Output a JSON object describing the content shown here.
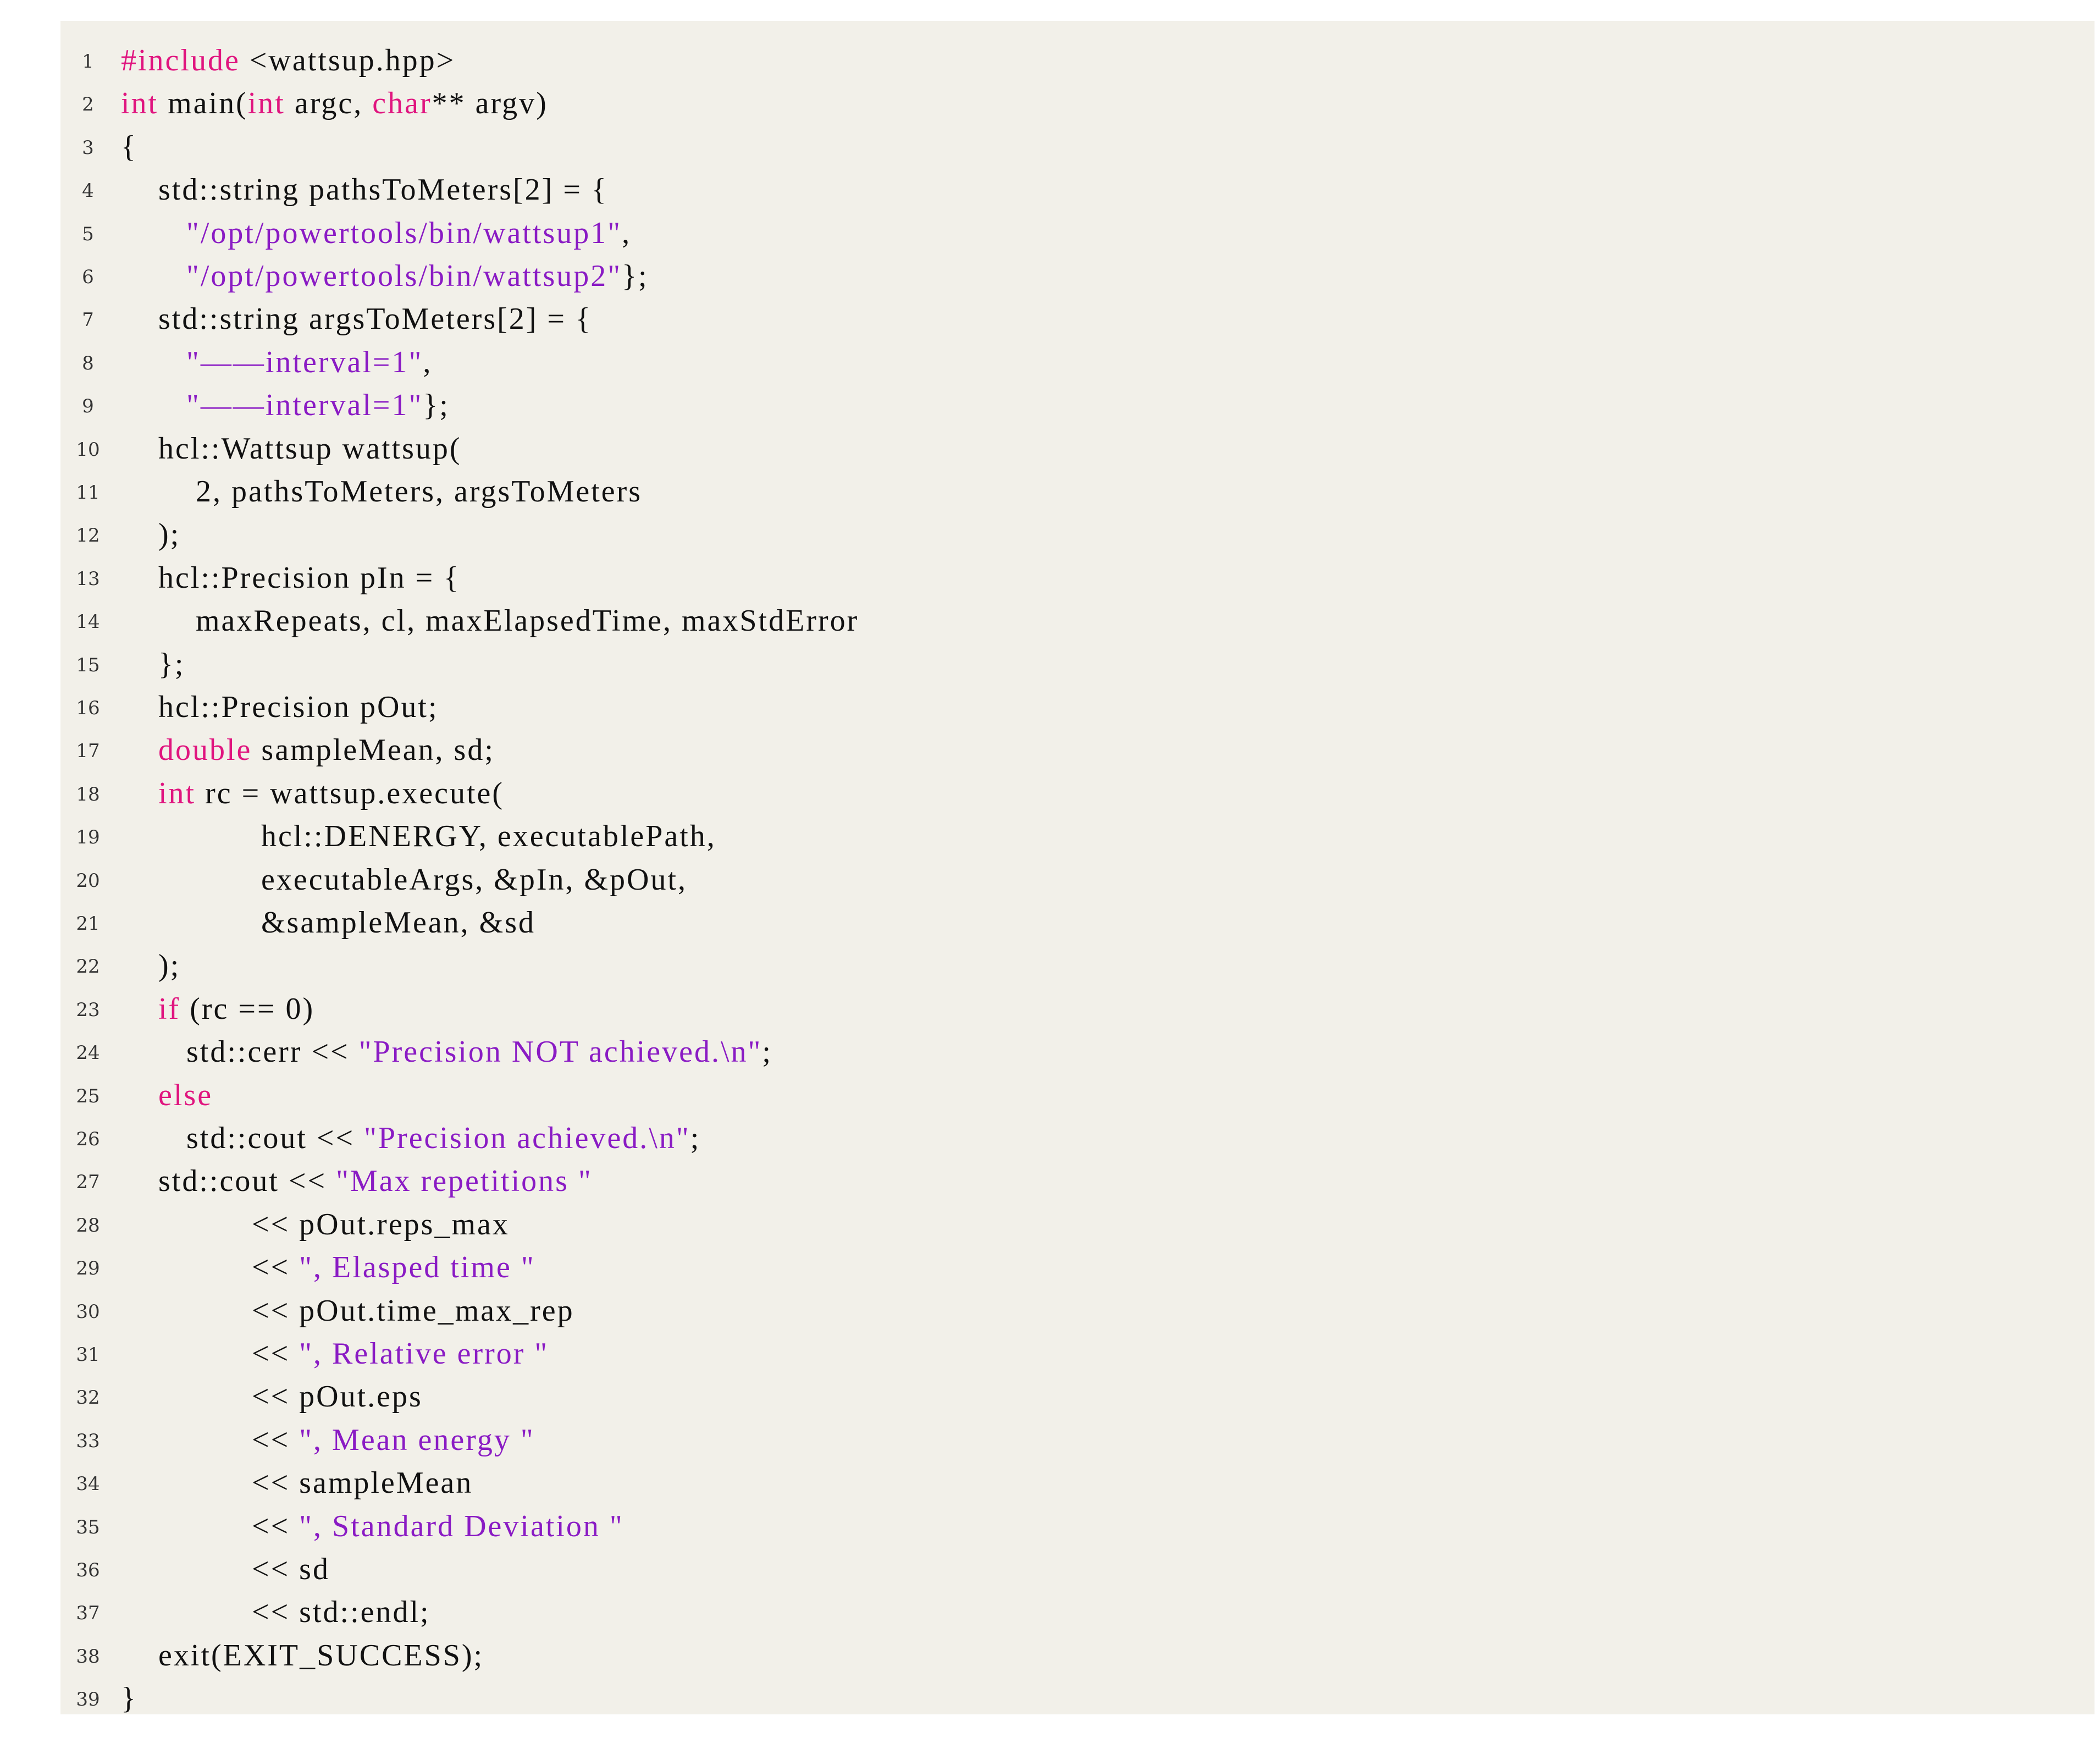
{
  "colors": {
    "background": "#f2f0e9",
    "keyword": "#e0157f",
    "string": "#8a1bc4",
    "text": "#111111",
    "line_number": "#333333"
  },
  "lines": [
    [
      [
        "kw",
        "#include"
      ],
      [
        "p",
        " <wattsup.hpp>"
      ]
    ],
    [
      [
        "kw",
        "int"
      ],
      [
        "p",
        " main("
      ],
      [
        "kw",
        "int"
      ],
      [
        "p",
        " argc, "
      ],
      [
        "kw",
        "char"
      ],
      [
        "p",
        "** argv)"
      ]
    ],
    [
      [
        "p",
        "{"
      ]
    ],
    [
      [
        "p",
        "    std::string pathsToMeters[2] = {"
      ]
    ],
    [
      [
        "p",
        "       "
      ],
      [
        "str",
        "\"/opt/powertools/bin/wattsup1\""
      ],
      [
        "p",
        ","
      ]
    ],
    [
      [
        "p",
        "       "
      ],
      [
        "str",
        "\"/opt/powertools/bin/wattsup2\""
      ],
      [
        "p",
        "};"
      ]
    ],
    [
      [
        "p",
        "    std::string argsToMeters[2] = {"
      ]
    ],
    [
      [
        "p",
        "       "
      ],
      [
        "str",
        "\"——interval=1\""
      ],
      [
        "p",
        ","
      ]
    ],
    [
      [
        "p",
        "       "
      ],
      [
        "str",
        "\"——interval=1\""
      ],
      [
        "p",
        "};"
      ]
    ],
    [
      [
        "p",
        "    hcl::Wattsup wattsup("
      ]
    ],
    [
      [
        "p",
        "        2, pathsToMeters, argsToMeters"
      ]
    ],
    [
      [
        "p",
        "    );"
      ]
    ],
    [
      [
        "p",
        "    hcl::Precision pIn = {"
      ]
    ],
    [
      [
        "p",
        "        maxRepeats, cl, maxElapsedTime, maxStdError"
      ]
    ],
    [
      [
        "p",
        "    };"
      ]
    ],
    [
      [
        "p",
        "    hcl::Precision pOut;"
      ]
    ],
    [
      [
        "p",
        "    "
      ],
      [
        "kw",
        "double"
      ],
      [
        "p",
        " sampleMean, sd;"
      ]
    ],
    [
      [
        "p",
        "    "
      ],
      [
        "kw",
        "int"
      ],
      [
        "p",
        " rc = wattsup.execute("
      ]
    ],
    [
      [
        "p",
        "               hcl::DENERGY, executablePath,"
      ]
    ],
    [
      [
        "p",
        "               executableArgs, &pIn, &pOut,"
      ]
    ],
    [
      [
        "p",
        "               &sampleMean, &sd"
      ]
    ],
    [
      [
        "p",
        "    );"
      ]
    ],
    [
      [
        "p",
        "    "
      ],
      [
        "kw",
        "if"
      ],
      [
        "p",
        " (rc == 0)"
      ]
    ],
    [
      [
        "p",
        "       std::cerr << "
      ],
      [
        "str",
        "\"Precision NOT achieved.\\n\""
      ],
      [
        "p",
        ";"
      ]
    ],
    [
      [
        "p",
        "    "
      ],
      [
        "kw",
        "else"
      ]
    ],
    [
      [
        "p",
        "       std::cout << "
      ],
      [
        "str",
        "\"Precision achieved.\\n\""
      ],
      [
        "p",
        ";"
      ]
    ],
    [
      [
        "p",
        "    std::cout << "
      ],
      [
        "str",
        "\"Max repetitions \""
      ]
    ],
    [
      [
        "p",
        "              << pOut.reps_max"
      ]
    ],
    [
      [
        "p",
        "              << "
      ],
      [
        "str",
        "\", Elasped time \""
      ]
    ],
    [
      [
        "p",
        "              << pOut.time_max_rep"
      ]
    ],
    [
      [
        "p",
        "              << "
      ],
      [
        "str",
        "\", Relative error \""
      ]
    ],
    [
      [
        "p",
        "              << pOut.eps"
      ]
    ],
    [
      [
        "p",
        "              << "
      ],
      [
        "str",
        "\", Mean energy \""
      ]
    ],
    [
      [
        "p",
        "              << sampleMean"
      ]
    ],
    [
      [
        "p",
        "              << "
      ],
      [
        "str",
        "\", Standard Deviation \""
      ]
    ],
    [
      [
        "p",
        "              << sd"
      ]
    ],
    [
      [
        "p",
        "              << std::endl;"
      ]
    ],
    [
      [
        "p",
        "    exit(EXIT_SUCCESS);"
      ]
    ],
    [
      [
        "p",
        "}"
      ]
    ]
  ]
}
